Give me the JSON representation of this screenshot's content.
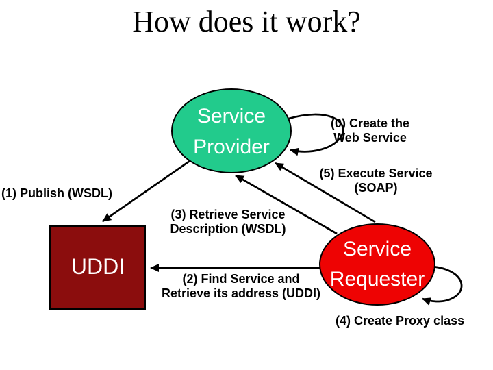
{
  "slide": {
    "title": "How does it work?",
    "background": "#ffffff"
  },
  "nodes": {
    "provider": {
      "label": "Service\nProvider",
      "shape": "ellipse",
      "fill": "#22CB8C",
      "stroke": "#000000",
      "text_color": "#ffffff"
    },
    "requester": {
      "label": "Service\nRequester",
      "shape": "ellipse",
      "fill": "#EE0303",
      "stroke": "#000000",
      "text_color": "#ffffff"
    },
    "uddi": {
      "label": "UDDI",
      "shape": "rect",
      "fill": "#8B0D0D",
      "stroke": "#000000",
      "text_color": "#ffffff"
    }
  },
  "edges": {
    "create": {
      "from": "provider",
      "to": "provider",
      "label": "(0) Create the\nWeb Service"
    },
    "publish": {
      "from": "provider",
      "to": "uddi",
      "label": "(1) Publish (WSDL)"
    },
    "find": {
      "from": "requester",
      "to": "uddi",
      "label": "(2) Find Service and\nRetrieve its address (UDDI)"
    },
    "retrieve": {
      "from": "requester",
      "to": "provider",
      "label": "(3) Retrieve Service\nDescription (WSDL)"
    },
    "proxy": {
      "from": "requester",
      "to": "requester",
      "label": "(4) Create Proxy class"
    },
    "execute": {
      "from": "requester",
      "to": "provider",
      "label": "(5) Execute Service\n(SOAP)"
    }
  },
  "colors": {
    "arrow": "#000000",
    "label_text": "#000000",
    "title_text": "#000000"
  }
}
